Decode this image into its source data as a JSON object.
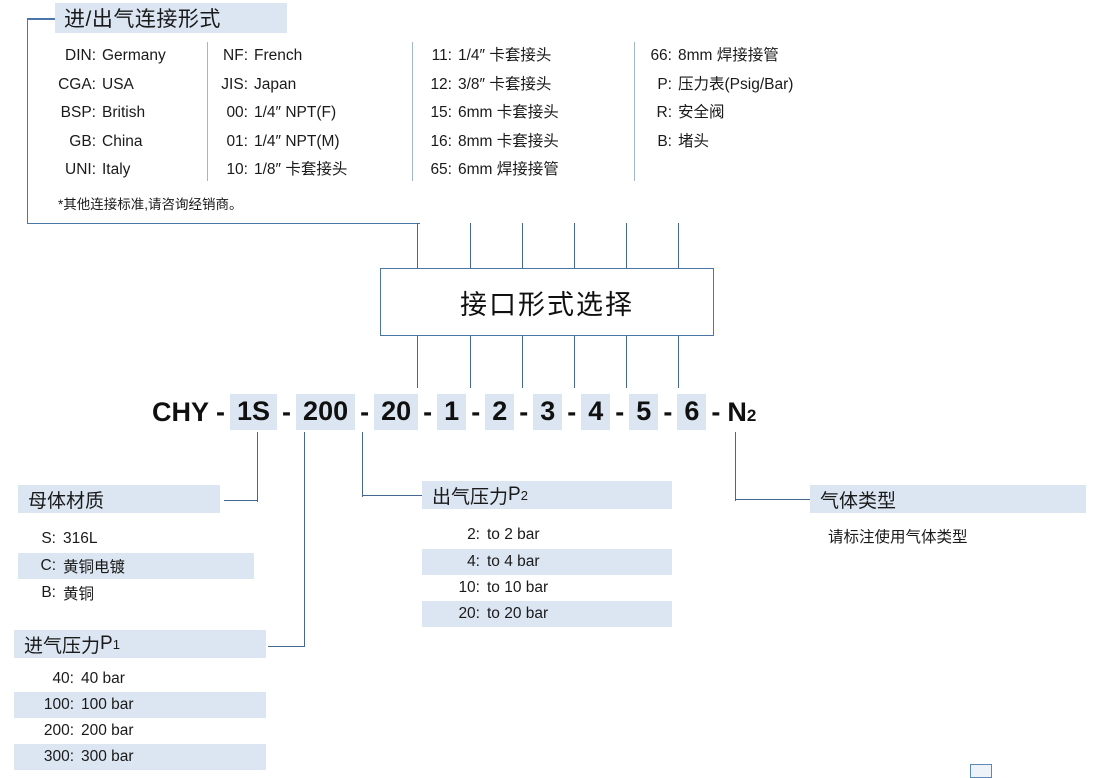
{
  "top_section": {
    "title": "进/出气连接形式",
    "note": "*其他连接标准,请咨询经销商。",
    "columns": [
      {
        "items": [
          {
            "code": "DIN:",
            "desc": "Germany"
          },
          {
            "code": "CGA:",
            "desc": "USA"
          },
          {
            "code": "BSP:",
            "desc": "British"
          },
          {
            "code": "GB:",
            "desc": "China"
          },
          {
            "code": "UNI:",
            "desc": "Italy"
          }
        ]
      },
      {
        "items": [
          {
            "code": "NF:",
            "desc": "French"
          },
          {
            "code": "JIS:",
            "desc": "Japan"
          },
          {
            "code": "00:",
            "desc": "1/4″ NPT(F)"
          },
          {
            "code": "01:",
            "desc": "1/4″ NPT(M)"
          },
          {
            "code": "10:",
            "desc": "1/8″ 卡套接头"
          }
        ]
      },
      {
        "items": [
          {
            "code": "11:",
            "desc": "1/4″ 卡套接头"
          },
          {
            "code": "12:",
            "desc": "3/8″ 卡套接头"
          },
          {
            "code": "15:",
            "desc": "6mm 卡套接头"
          },
          {
            "code": "16:",
            "desc": "8mm 卡套接头"
          },
          {
            "code": "65:",
            "desc": "6mm 焊接接管"
          }
        ]
      },
      {
        "items": [
          {
            "code": "66:",
            "desc": "8mm 焊接接管"
          },
          {
            "code": "P:",
            "desc": "压力表(Psig/Bar)"
          },
          {
            "code": "R:",
            "desc": "安全阀"
          },
          {
            "code": "B:",
            "desc": "堵头"
          }
        ]
      }
    ]
  },
  "main_box": {
    "label": "接口形式选择"
  },
  "model_code": {
    "segments": [
      {
        "text": "CHY",
        "highlight": false
      },
      {
        "text": "1S",
        "highlight": true
      },
      {
        "text": "200",
        "highlight": true
      },
      {
        "text": "20",
        "highlight": true
      },
      {
        "text": "1",
        "highlight": true
      },
      {
        "text": "2",
        "highlight": true
      },
      {
        "text": "3",
        "highlight": true
      },
      {
        "text": "4",
        "highlight": true
      },
      {
        "text": "5",
        "highlight": true
      },
      {
        "text": "6",
        "highlight": true
      },
      {
        "text": "N",
        "highlight": false,
        "sub": "2"
      }
    ],
    "separator": "-"
  },
  "material": {
    "title": "母体材质",
    "options": [
      {
        "code": "S:",
        "desc": "316L",
        "shaded": false
      },
      {
        "code": "C:",
        "desc": "黄铜电镀",
        "shaded": true
      },
      {
        "code": "B:",
        "desc": "黄铜",
        "shaded": false
      }
    ]
  },
  "inlet_pressure": {
    "title": "进气压力 ",
    "title_sym": "P",
    "title_sub": "1",
    "options": [
      {
        "code": "40:",
        "desc": "40 bar",
        "shaded": false
      },
      {
        "code": "100:",
        "desc": "100 bar",
        "shaded": true
      },
      {
        "code": "200:",
        "desc": "200 bar",
        "shaded": false
      },
      {
        "code": "300:",
        "desc": "300 bar",
        "shaded": true
      }
    ]
  },
  "outlet_pressure": {
    "title": "出气压力 ",
    "title_sym": "P",
    "title_sub": "2",
    "options": [
      {
        "code": "2:",
        "desc": "to 2 bar",
        "shaded": false
      },
      {
        "code": "4:",
        "desc": "to 4 bar",
        "shaded": true
      },
      {
        "code": "10:",
        "desc": "to 10 bar",
        "shaded": false
      },
      {
        "code": "20:",
        "desc": "to 20 bar",
        "shaded": true
      }
    ]
  },
  "gas_type": {
    "title": "气体类型",
    "note": "请标注使用气体类型"
  },
  "colors": {
    "highlight": "#dce6f2",
    "line": "#44688f",
    "border": "#4a77a8",
    "text": "#1a1a1a"
  }
}
